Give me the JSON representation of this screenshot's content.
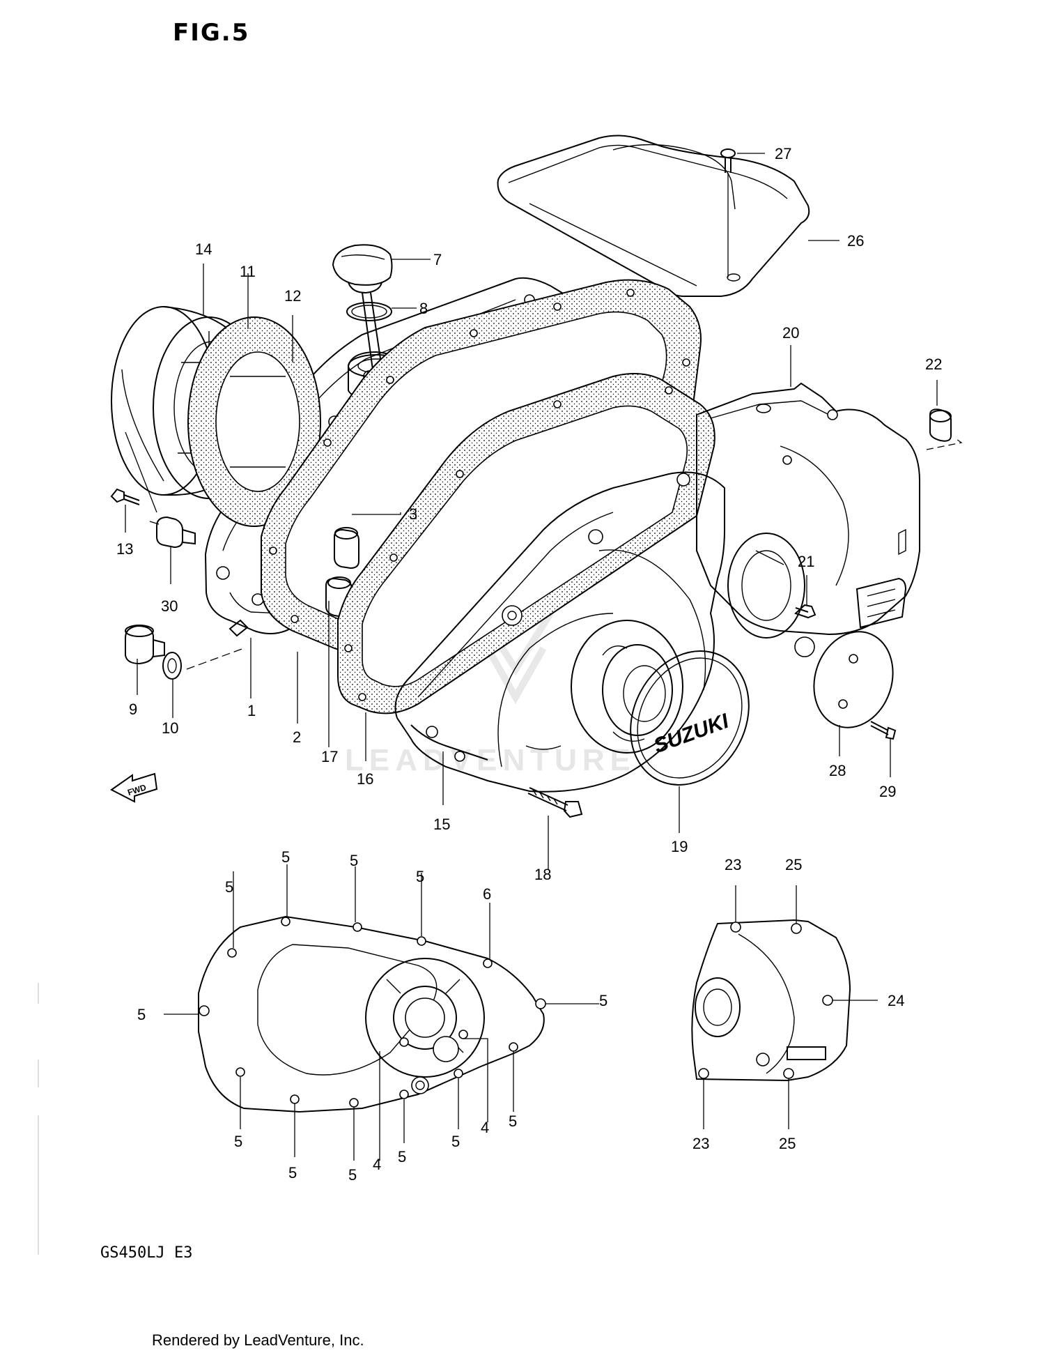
{
  "figure": {
    "title": "FIG.5",
    "model_code": "GS450LJ  E3",
    "footer": "Rendered by LeadVenture, Inc.",
    "watermark": "LEADVENTURE",
    "fwd_label": "FWD",
    "cover_logo": "SUZUKI"
  },
  "callouts": [
    {
      "id": "c7",
      "label": "7"
    },
    {
      "id": "c8",
      "label": "8"
    },
    {
      "id": "c27",
      "label": "27"
    },
    {
      "id": "c26",
      "label": "26"
    },
    {
      "id": "c14",
      "label": "14"
    },
    {
      "id": "c11",
      "label": "11"
    },
    {
      "id": "c12",
      "label": "12"
    },
    {
      "id": "c20",
      "label": "20"
    },
    {
      "id": "c22",
      "label": "22"
    },
    {
      "id": "c3",
      "label": "3"
    },
    {
      "id": "c13",
      "label": "13"
    },
    {
      "id": "c30",
      "label": "30"
    },
    {
      "id": "c21",
      "label": "21"
    },
    {
      "id": "c9",
      "label": "9"
    },
    {
      "id": "c10",
      "label": "10"
    },
    {
      "id": "c1",
      "label": "1"
    },
    {
      "id": "c2",
      "label": "2"
    },
    {
      "id": "c17",
      "label": "17"
    },
    {
      "id": "c16",
      "label": "16"
    },
    {
      "id": "c15",
      "label": "15"
    },
    {
      "id": "c18",
      "label": "18"
    },
    {
      "id": "c19",
      "label": "19"
    },
    {
      "id": "c28",
      "label": "28"
    },
    {
      "id": "c29",
      "label": "29"
    },
    {
      "id": "b5a",
      "label": "5"
    },
    {
      "id": "b5b",
      "label": "5"
    },
    {
      "id": "b5c",
      "label": "5"
    },
    {
      "id": "b5d",
      "label": "5"
    },
    {
      "id": "b6",
      "label": "6"
    },
    {
      "id": "b5e",
      "label": "5"
    },
    {
      "id": "b5f",
      "label": "5"
    },
    {
      "id": "b5g",
      "label": "5"
    },
    {
      "id": "b5h",
      "label": "5"
    },
    {
      "id": "b5i",
      "label": "5"
    },
    {
      "id": "b4a",
      "label": "4"
    },
    {
      "id": "b5j",
      "label": "5"
    },
    {
      "id": "b5k",
      "label": "5"
    },
    {
      "id": "b4b",
      "label": "4"
    },
    {
      "id": "b5l",
      "label": "5"
    },
    {
      "id": "b23a",
      "label": "23"
    },
    {
      "id": "b25a",
      "label": "25"
    },
    {
      "id": "b24",
      "label": "24"
    },
    {
      "id": "b23b",
      "label": "23"
    },
    {
      "id": "b25b",
      "label": "25"
    }
  ]
}
